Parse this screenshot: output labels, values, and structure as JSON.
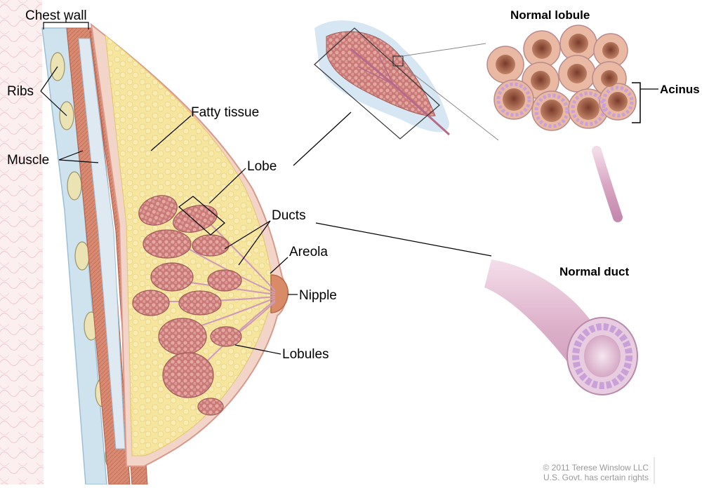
{
  "labels": {
    "chest_wall": "Chest wall",
    "ribs": "Ribs",
    "muscle": "Muscle",
    "fatty_tissue": "Fatty tissue",
    "lobe": "Lobe",
    "ducts": "Ducts",
    "areola": "Areola",
    "nipple": "Nipple",
    "lobules": "Lobules",
    "normal_lobule": "Normal lobule",
    "acinus": "Acinus",
    "normal_duct": "Normal duct"
  },
  "copyright": {
    "line1": "© 2011 Terese Winslow LLC",
    "line2": "U.S. Govt. has certain rights"
  },
  "colors": {
    "skin": "#f2cfc4",
    "fat": "#f4e49a",
    "muscle": "#d98870",
    "lobule": "#c87878",
    "duct": "#d7a3c2",
    "acinus_cell": "#c9a0d8"
  }
}
